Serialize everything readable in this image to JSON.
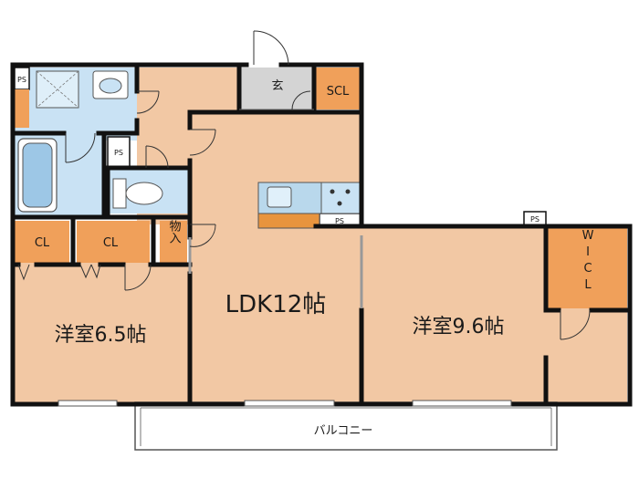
{
  "rooms": {
    "western_room_1": "洋室6.5帖",
    "western_room_2": "洋室9.6帖",
    "ldk": "LDK12帖",
    "entrance": "玄",
    "shoe_closet": "SCL",
    "closet_1": "CL",
    "closet_2": "CL",
    "storage": "物入",
    "walk_in_closet": [
      "W",
      "I",
      "C",
      "L"
    ],
    "balcony": "バルコニー",
    "pipe_space_labels": [
      "PS",
      "PS",
      "PS",
      "PS"
    ]
  },
  "colors": {
    "room_floor": "#f2c8a4",
    "storage_floor": "#f0a05a",
    "wet_area": "#c9e2f4",
    "entrance_floor": "#d4d4d4",
    "wall": "#111111",
    "kitchen_counter": "#b9d8ec",
    "kitchen_base": "#e8943e"
  },
  "icons": [
    "door-swing-icon",
    "bathtub-icon",
    "toilet-icon",
    "sink-icon",
    "kitchen-sink-icon",
    "stove-icon",
    "window-icon"
  ]
}
